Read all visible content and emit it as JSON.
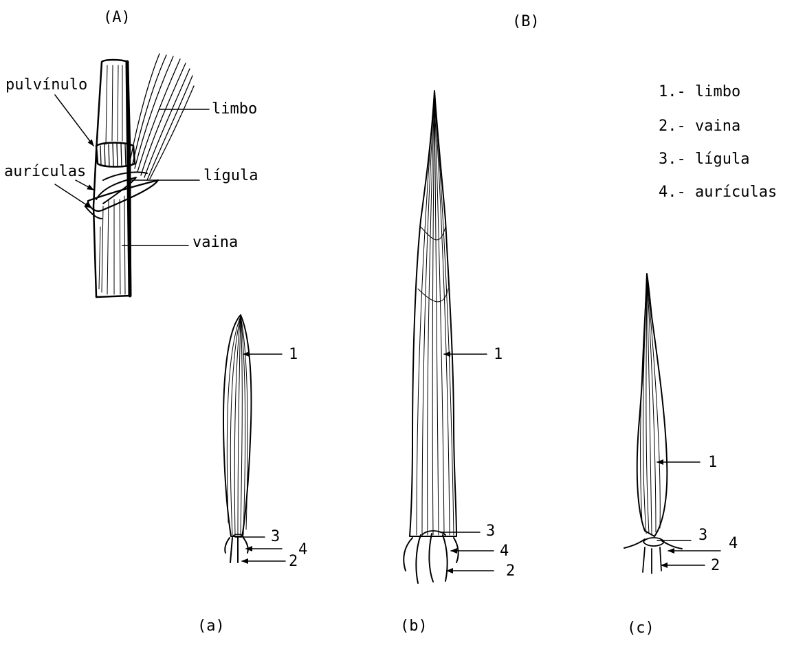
{
  "panels": {
    "A": "(A)",
    "B": "(B)",
    "a": "(a)",
    "b": "(b)",
    "c": "(c)"
  },
  "stem_labels": {
    "pulvinulo": "pulvínulo",
    "limbo": "limbo",
    "auriculas": "aurículas",
    "ligula": "lígula",
    "vaina": "vaina"
  },
  "legend": [
    "1.- limbo",
    "2.- vaina",
    "3.- lígula",
    "4.- aurículas"
  ],
  "leaf_a": {
    "n1": "1",
    "n3": "3",
    "n4": "4",
    "n2": "2"
  },
  "leaf_b": {
    "n1": "1",
    "n3": "3",
    "n4": "4",
    "n2": "2"
  },
  "leaf_c": {
    "n1": "1",
    "n3": "3",
    "n4": "4",
    "n2": "2"
  }
}
